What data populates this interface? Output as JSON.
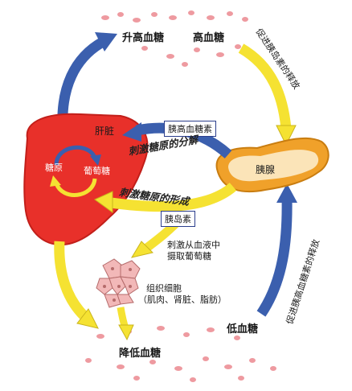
{
  "labels": {
    "raise_glucose": "升高血糖",
    "high_glucose": "高血糖",
    "low_glucose": "低血糖",
    "lower_glucose": "降低血糖",
    "liver": "肝脏",
    "glycogen": "糖原",
    "glucose": "葡萄糖",
    "pancreas": "胰腺",
    "glucagon": "胰高血糖素",
    "insulin": "胰岛素",
    "stimulate_breakdown": "刺激糖原的分解",
    "stimulate_formation": "刺激糖原的形成",
    "uptake_line1": "刺激从血液中",
    "uptake_line2": "摄取葡萄糖",
    "tissue_line1": "组织细胞",
    "tissue_line2": "（肌肉、肾脏、脂肪）",
    "promote_insulin": "促进胰岛素的释放",
    "promote_glucagon": "促进胰高血糖素的释放"
  },
  "colors": {
    "liver": "#e8302a",
    "liver_edge": "#c21f1a",
    "pancreas": "#f0a12a",
    "pancreas_inner": "#fbe4b8",
    "arrow_yellow": "#f5e232",
    "arrow_yellow_edge": "#c9b41c",
    "arrow_blue": "#3b5fae",
    "cells": "#f2b8b8",
    "blood_dots": "#ee9aa0"
  }
}
